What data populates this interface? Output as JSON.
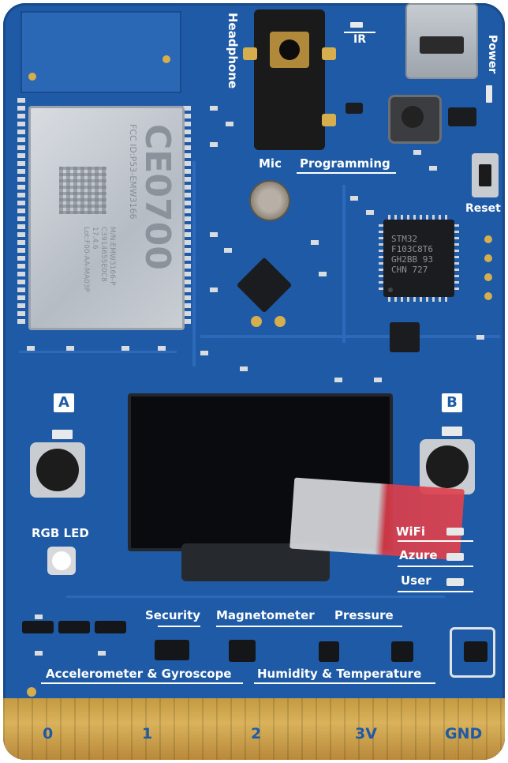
{
  "labels": {
    "headphone": "Headphone",
    "ir": "IR",
    "power": "Power",
    "mic": "Mic",
    "programming": "Programming",
    "reset": "Reset",
    "button_a": "A",
    "button_b": "B",
    "rgb_led": "RGB LED",
    "wifi": "WiFi",
    "azure": "Azure",
    "user": "User",
    "security": "Security",
    "magnetometer": "Magnetometer",
    "pressure": "Pressure",
    "accelerometer_gyroscope": "Accelerometer & Gyroscope",
    "humidity_temperature": "Humidity & Temperature"
  },
  "module": {
    "ce_mark": "CE0700",
    "fcc_id": "FCC ID:P53-EMW3166",
    "model": "M/N:EMW3166-P",
    "line3": "C3914655E0C8",
    "line4": "17.4.6",
    "line5": "Lot:F00-AA-MA03P"
  },
  "mcu": {
    "line1": "STM32",
    "line2": "F103C8T6",
    "line3": "GH2BB 93",
    "line4": "CHN 727"
  },
  "edge_connector": [
    "0",
    "1",
    "2",
    "3V",
    "GND"
  ],
  "colors": {
    "pcb": "#1f5aa6",
    "silkscreen": "#ffffff",
    "gold": "#d4ab50",
    "tab_red": "#e0434f"
  }
}
